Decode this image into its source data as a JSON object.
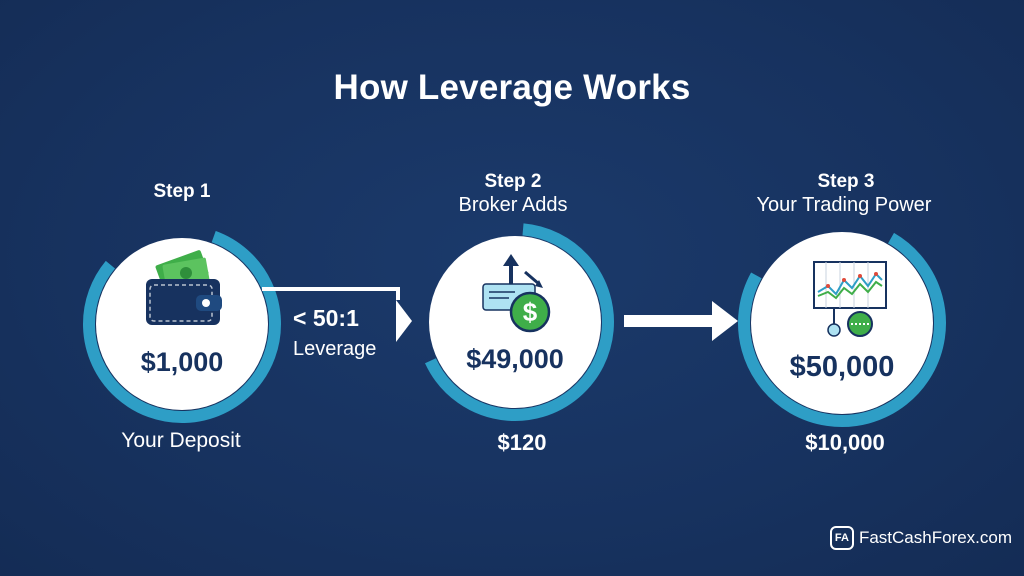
{
  "title": "How Leverage Works",
  "steps": [
    {
      "label": "Step 1",
      "subtitle": "",
      "amount": "$1,000",
      "below": "Your Deposit"
    },
    {
      "label": "Step 2",
      "subtitle": "Broker Adds",
      "amount": "$49,000",
      "below": "$120"
    },
    {
      "label": "Step 3",
      "subtitle": "Your Trading Power",
      "amount": "$50,000",
      "below": "$10,000"
    }
  ],
  "leverage": {
    "ratio": "< 50:1",
    "label": "Leverage"
  },
  "brand": {
    "logo_text": "FA",
    "name": "FastCashForex.com"
  },
  "icons": [
    "wallet-icon",
    "dollar-coin-icon",
    "chart-icon"
  ],
  "colors": {
    "background": "#17325f",
    "ring": "#2e9ec6",
    "circle": "#ffffff",
    "amount_text": "#17325f",
    "money_green": "#3fae49"
  }
}
